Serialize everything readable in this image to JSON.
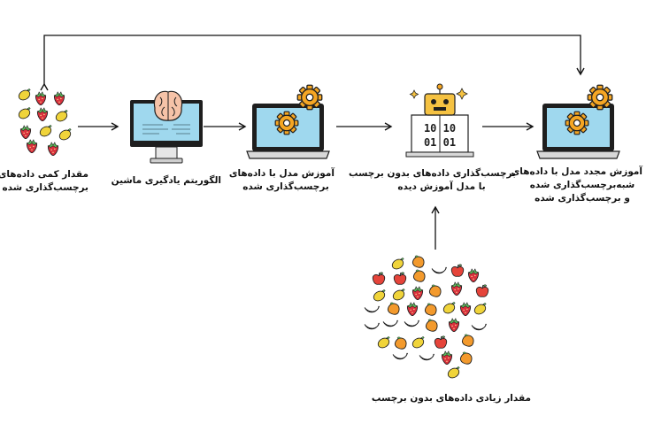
{
  "steps": {
    "labeled": {
      "line1": "مقدار کمی داده‌های",
      "line2": "برچسب‌گذاری شده",
      "icon": "labeled-fruits-icon"
    },
    "algorithm": {
      "line1": "الگوریتم یادگیری ماشین",
      "icon": "brain-monitor-icon"
    },
    "train": {
      "line1": "آموزش مدل با داده‌های",
      "line2": "برچسب‌گذاری شده",
      "icon": "laptop-gear-icon"
    },
    "pseudo_label": {
      "line1": "برچسب‌گذاری داده‌های بدون برچسب",
      "line2": "با مدل آموزش دیده",
      "icon": "robot-binary-icon"
    },
    "retrain": {
      "line1": "آموزش مجدد مدل با داده‌های",
      "line2": "شبه‌برچسب‌گذاری شده",
      "line3": "و برچسب‌گذاری شده",
      "icon": "laptop-gear-icon"
    },
    "unlabeled": {
      "line1": "مقدار زیادی داده‌های بدون برچسب",
      "icon": "unlabeled-fruits-icon"
    }
  },
  "binary": {
    "top": "10 10",
    "bottom": "01 01"
  },
  "colors": {
    "screen": "#9fd8ee",
    "gear": "#f5a623",
    "frame": "#1e1e1e",
    "apple": "#e5443a",
    "strawberry": "#d9313d",
    "lemon": "#f0d43a",
    "orange": "#f39a2d"
  }
}
